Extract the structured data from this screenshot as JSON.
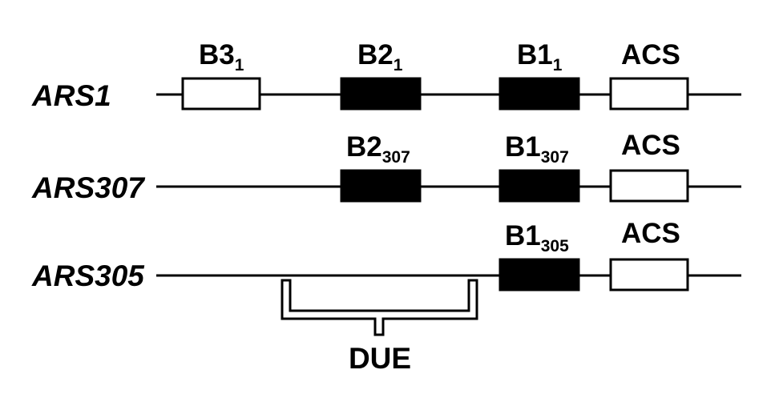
{
  "colors": {
    "filled": "#000000",
    "open": "#ffffff",
    "stroke": "#000000"
  },
  "rows": [
    {
      "label": "ARS1",
      "elements": [
        {
          "name": "B3",
          "sub": "1",
          "filled": false
        },
        {
          "name": "B2",
          "sub": "1",
          "filled": true
        },
        {
          "name": "B1",
          "sub": "1",
          "filled": true
        },
        {
          "name": "ACS",
          "sub": "",
          "filled": false
        }
      ]
    },
    {
      "label": "ARS307",
      "elements": [
        {
          "name": "B2",
          "sub": "307",
          "filled": true
        },
        {
          "name": "B1",
          "sub": "307",
          "filled": true
        },
        {
          "name": "ACS",
          "sub": "",
          "filled": false
        }
      ]
    },
    {
      "label": "ARS305",
      "elements": [
        {
          "name": "B1",
          "sub": "305",
          "filled": true
        },
        {
          "name": "ACS",
          "sub": "",
          "filled": false
        }
      ]
    }
  ],
  "due": {
    "label": "DUE"
  }
}
